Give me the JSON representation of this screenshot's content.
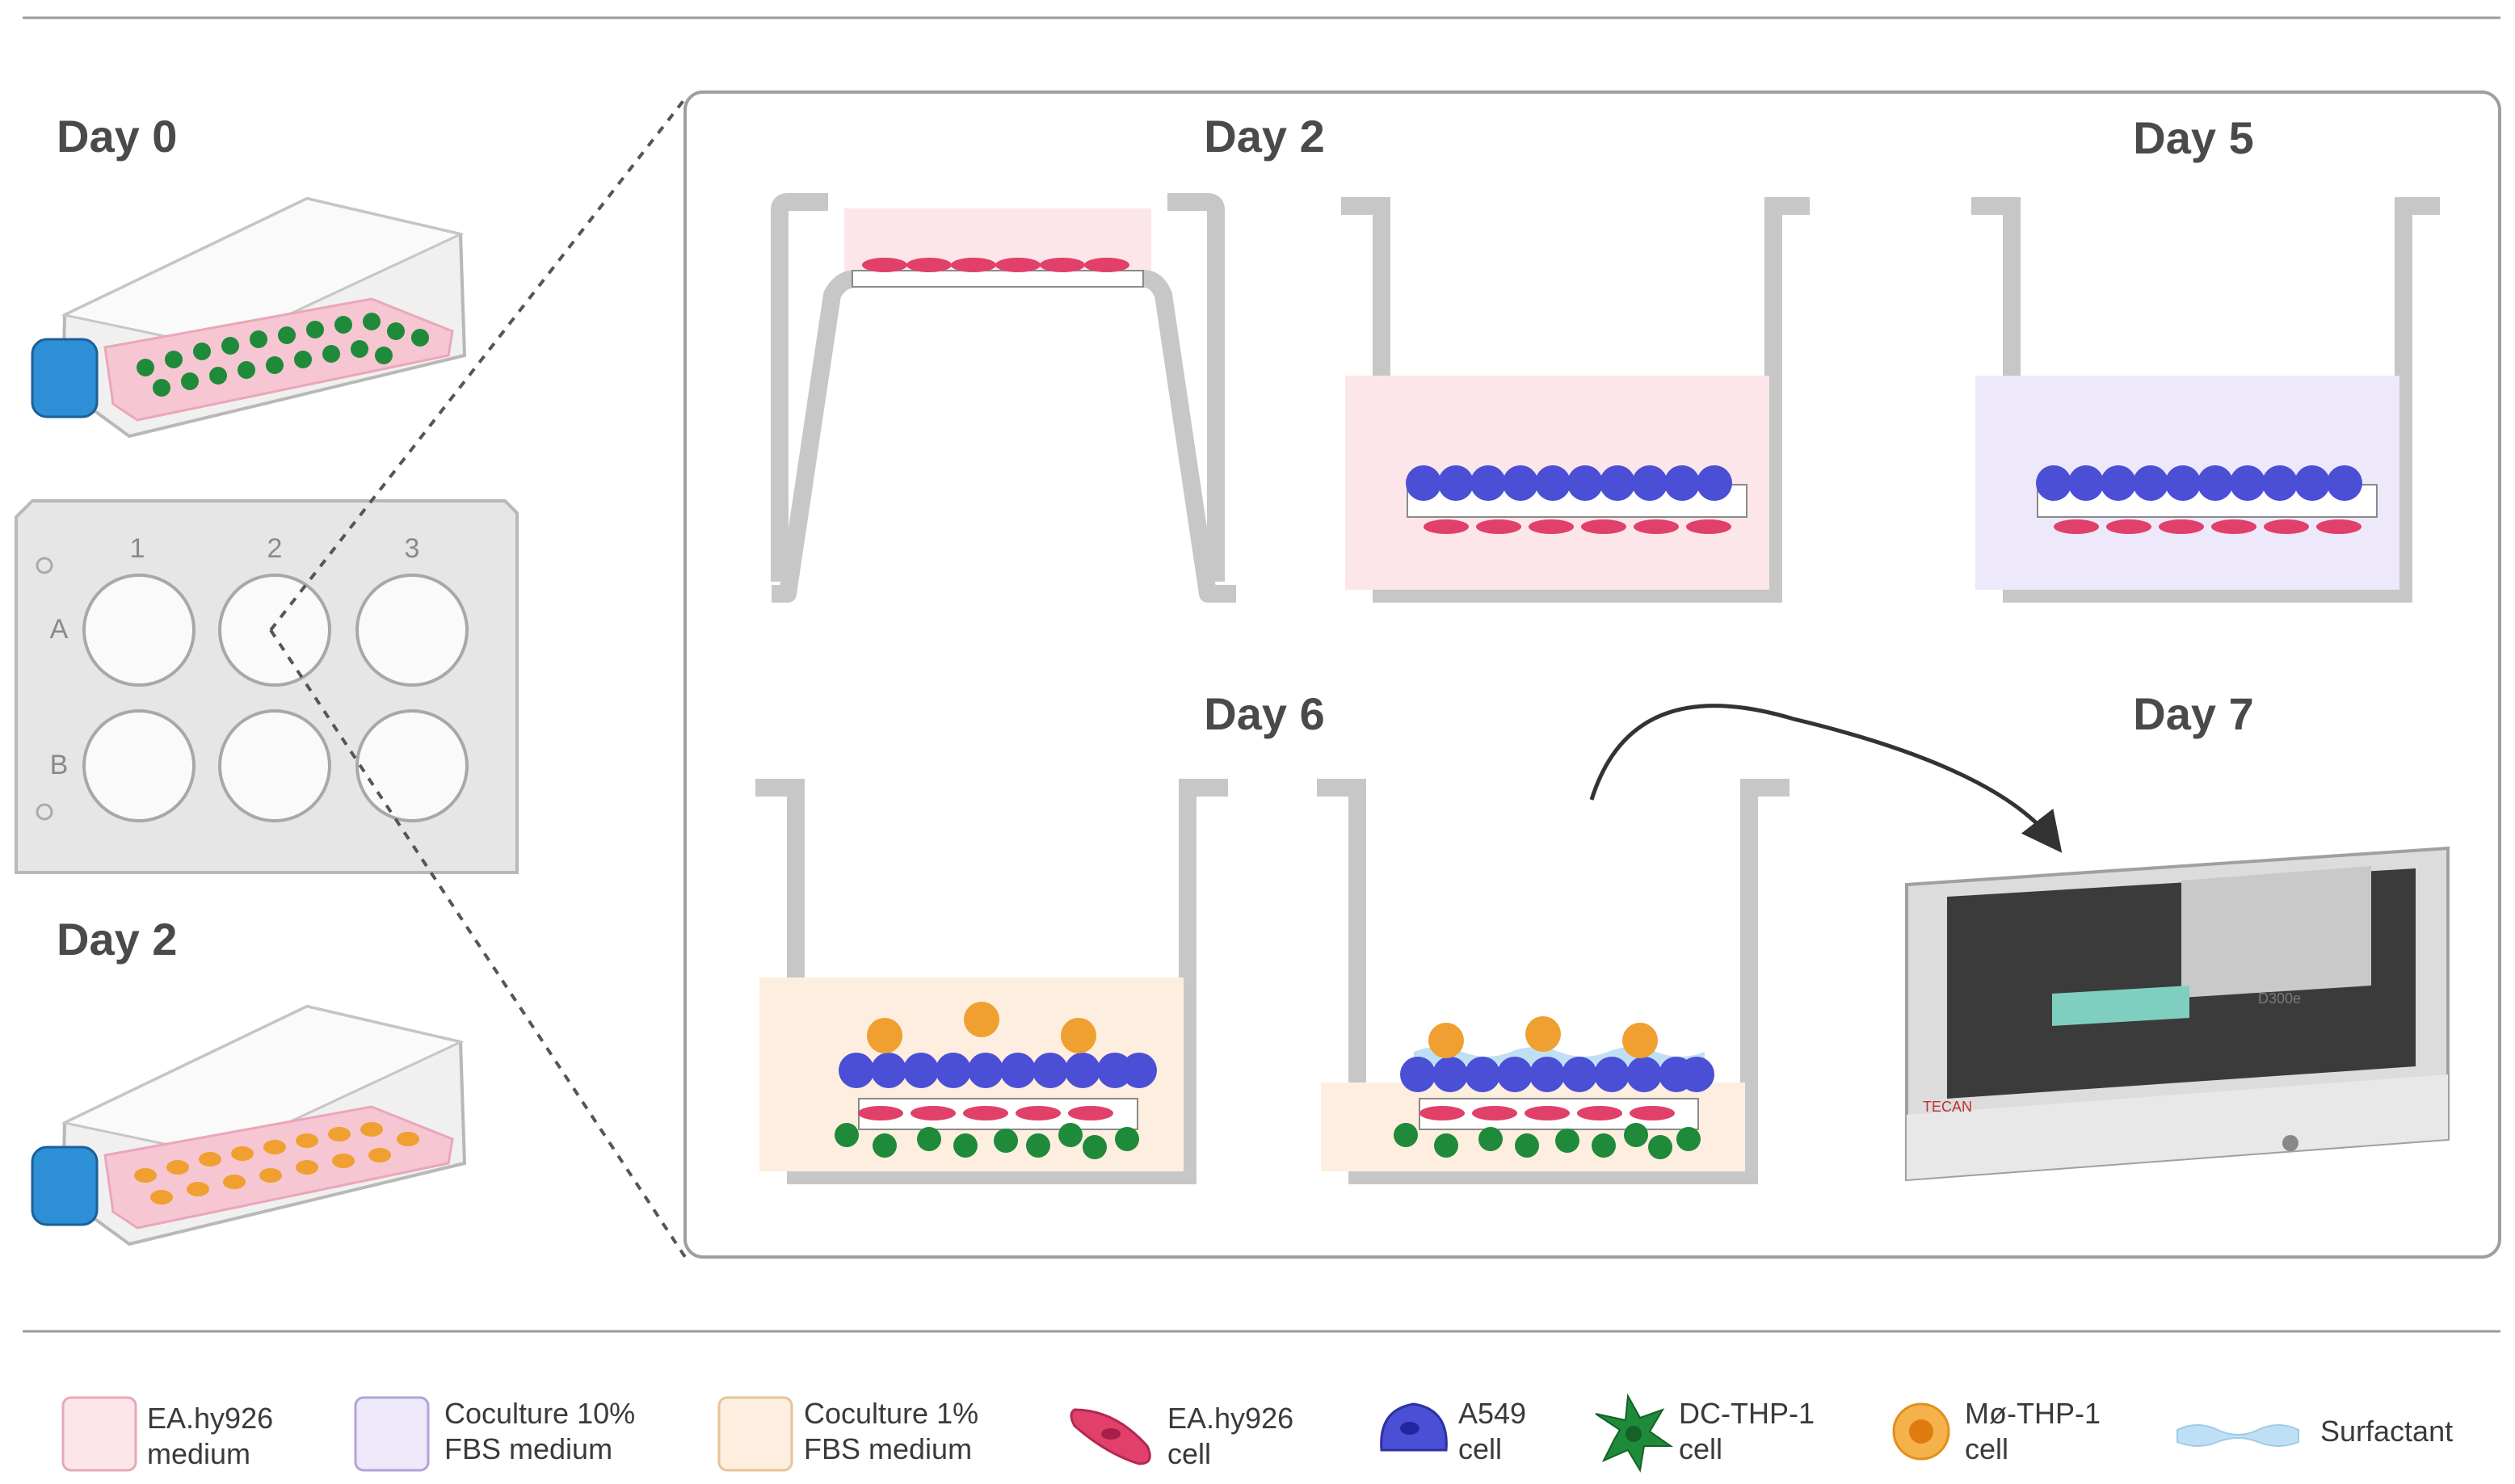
{
  "day_labels": {
    "left_top": "Day 0",
    "left_bottom": "Day 2",
    "panel_day2": "Day 2",
    "panel_day5": "Day 5",
    "panel_day6": "Day 6",
    "panel_day7": "Day 7"
  },
  "plate": {
    "columns": [
      "1",
      "2",
      "3"
    ],
    "rows": [
      "A",
      "B"
    ]
  },
  "instrument": {
    "brand": "TECAN",
    "model": "D300e"
  },
  "legend": {
    "ea_medium": [
      "EA.hy926",
      "medium"
    ],
    "coculture10": [
      "Coculture 10%",
      "FBS medium"
    ],
    "coculture1": [
      "Coculture 1%",
      "FBS medium"
    ],
    "ea_cell": [
      "EA.hy926",
      "cell"
    ],
    "a549": [
      "A549",
      "cell"
    ],
    "dc_thp1": [
      "DC-THP-1",
      "cell"
    ],
    "mo_thp1": [
      "Mø-THP-1",
      "cell"
    ],
    "surfactant": "Surfactant"
  },
  "colors": {
    "ea_medium": "#fde6ea",
    "coculture10": "#eee8fb",
    "coculture1": "#fdeedf",
    "ea_cell": "#e0406a",
    "a549": "#4a4fd6",
    "dc_thp1": "#1f8a3a",
    "mo_thp1": "#f0a030",
    "surfactant": "#bfe0f4"
  }
}
